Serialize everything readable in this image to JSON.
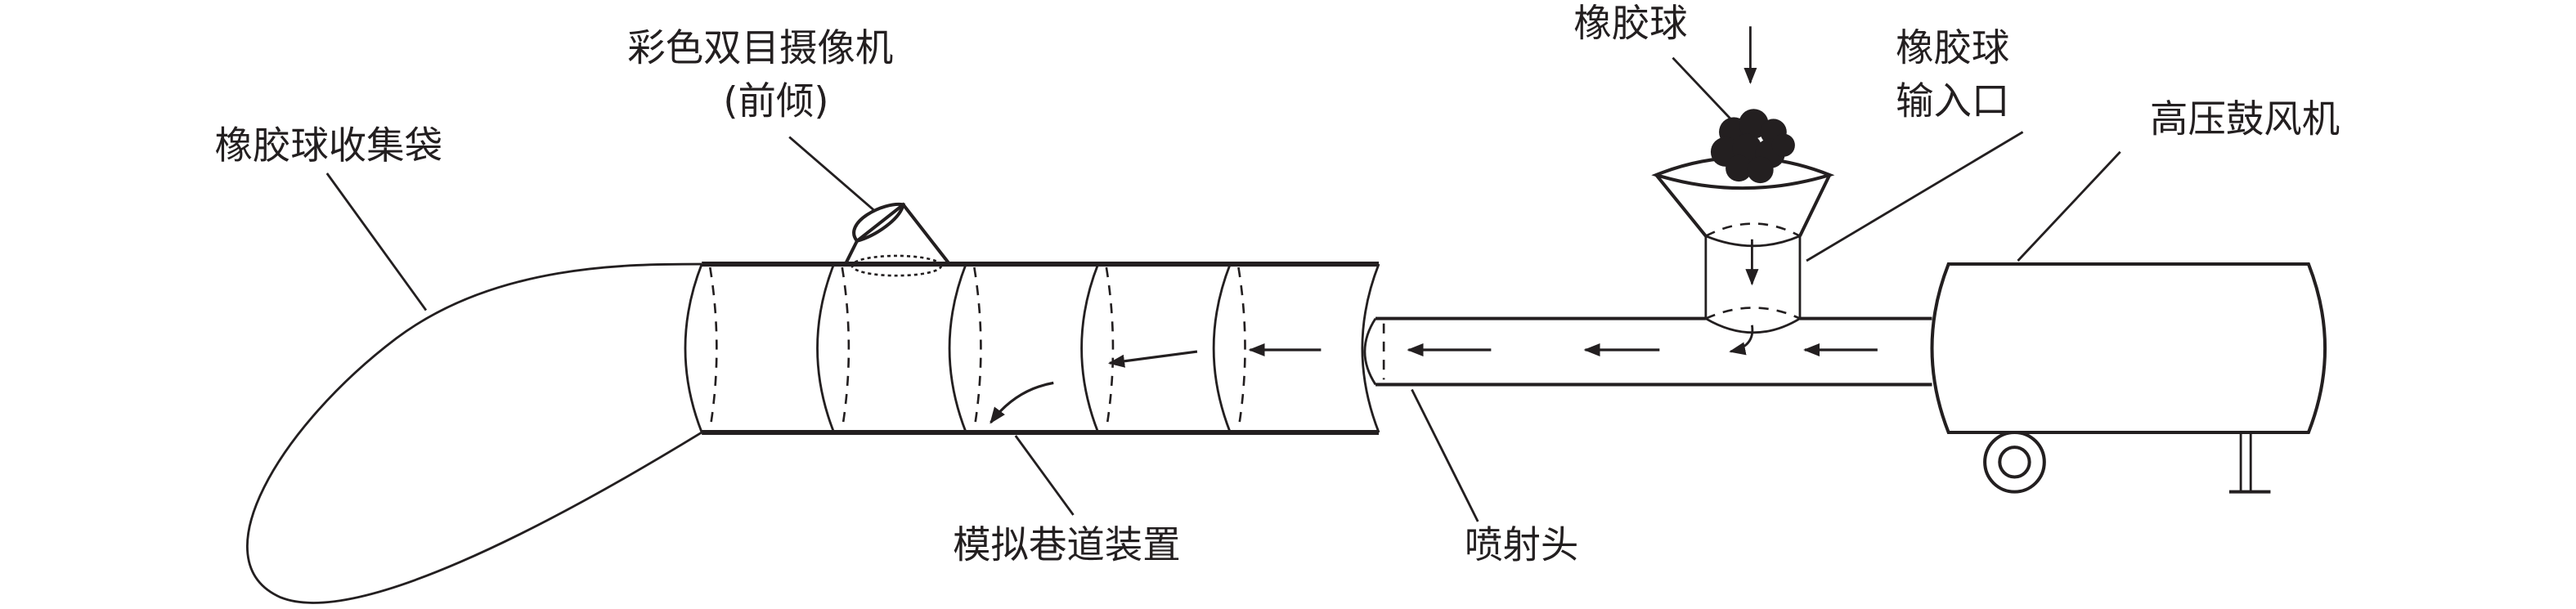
{
  "labels": {
    "collection_bag": "橡胶球收集袋",
    "camera_line1": "彩色双目摄像机",
    "camera_line2": "(前倾)",
    "tunnel_device": "模拟巷道装置",
    "nozzle": "喷射头",
    "rubber_ball": "橡胶球",
    "inlet_line1": "橡胶球",
    "inlet_line2": "输入口",
    "blower": "高压鼓风机"
  },
  "colors": {
    "ink": "#231f20",
    "background": "#ffffff"
  }
}
